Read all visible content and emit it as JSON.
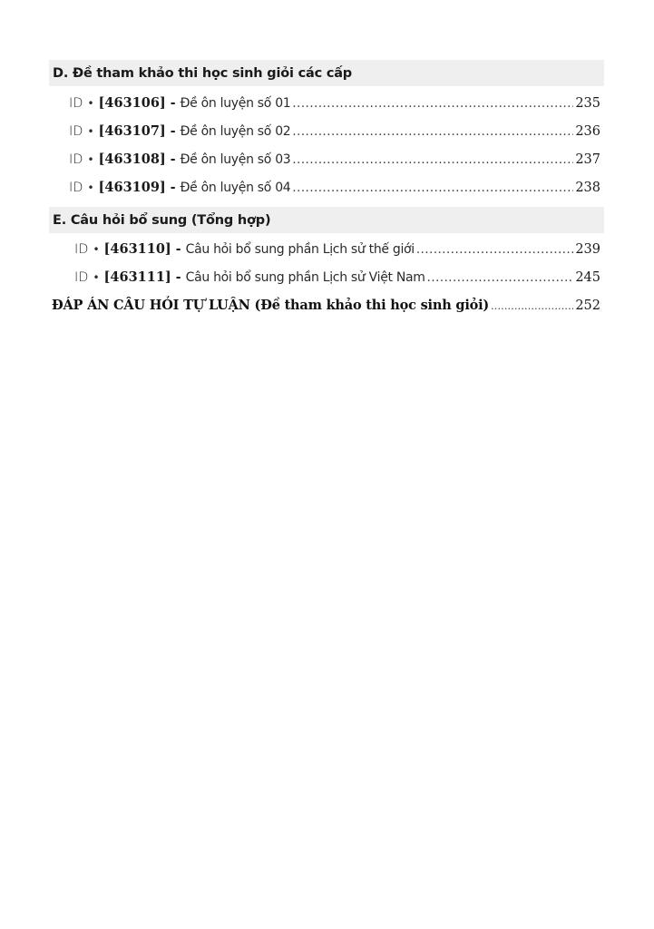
{
  "sections": [
    {
      "header": "D. Đề tham khảo thi học sinh giỏi các cấp",
      "items": [
        {
          "prefix": "ID",
          "bullet": "•",
          "id": "[463106]",
          "dash": "-",
          "title": "Đề ôn luyện số 01",
          "page": "235"
        },
        {
          "prefix": "ID",
          "bullet": "•",
          "id": "[463107]",
          "dash": "-",
          "title": "Đề ôn luyện số 02",
          "page": "236"
        },
        {
          "prefix": "ID",
          "bullet": "•",
          "id": "[463108]",
          "dash": "-",
          "title": "Đề ôn luyện số 03",
          "page": "237"
        },
        {
          "prefix": "ID",
          "bullet": "•",
          "id": "[463109]",
          "dash": "-",
          "title": "Đề ôn luyện số 04",
          "page": "238"
        }
      ]
    },
    {
      "header": "E. Câu hỏi bổ sung (Tổng hợp)",
      "items": [
        {
          "prefix": "ID",
          "bullet": "•",
          "id": "[463110]",
          "dash": "-",
          "title": "Câu hỏi bổ sung phần Lịch sử thế giới",
          "page": "239"
        },
        {
          "prefix": "ID",
          "bullet": "•",
          "id": "[463111]",
          "dash": "-",
          "title": "Câu hỏi bổ sung phần Lịch sử Việt Nam",
          "page": "245"
        }
      ]
    }
  ],
  "final_entry": {
    "title": "ĐÁP ÁN CÂU HỎI TỰ LUẬN (Đề tham khảo thi học sinh giỏi)",
    "page": "252"
  }
}
